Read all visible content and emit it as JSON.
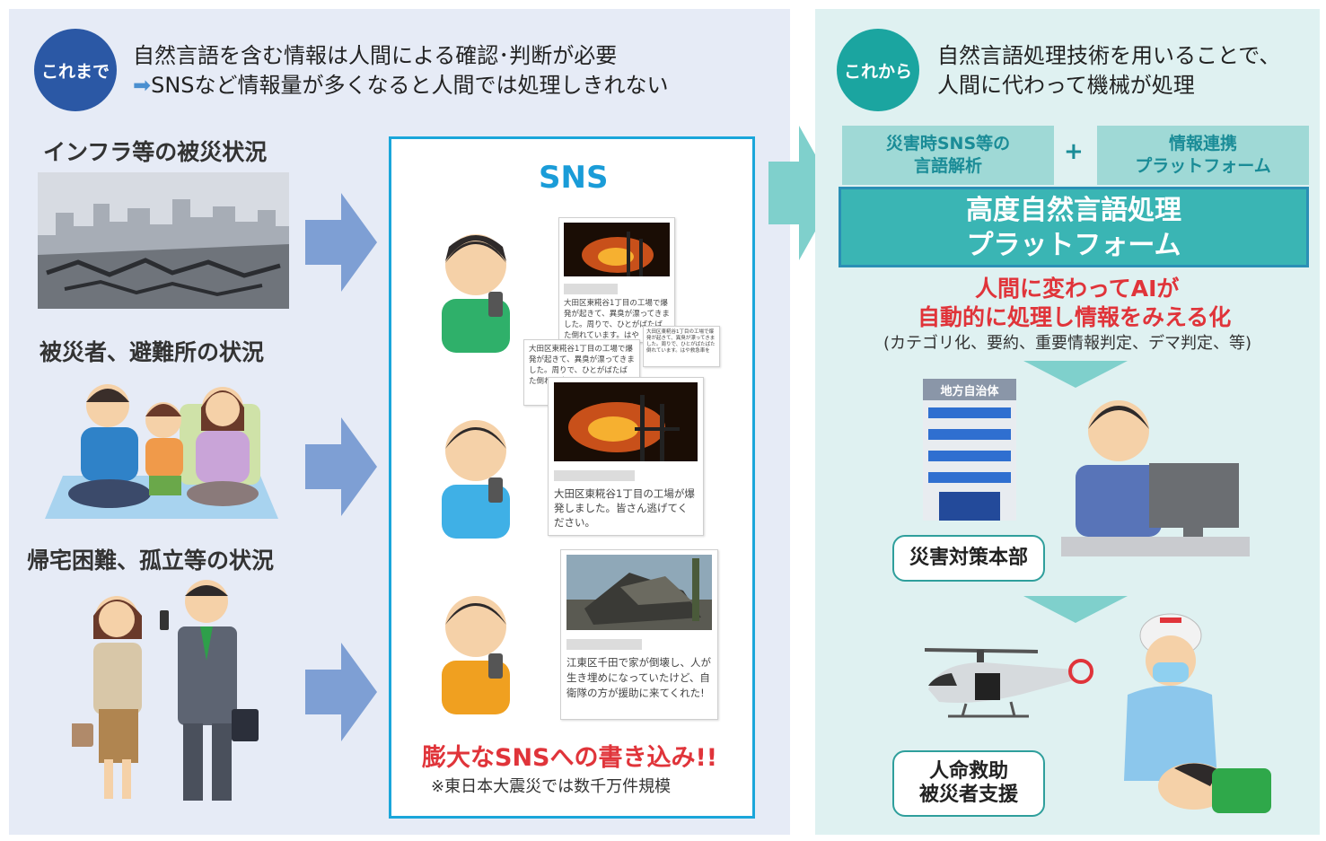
{
  "before": {
    "badge": "これまで",
    "headline_line1": "自然言語を含む情報は人間による確認･判断が必要",
    "headline_arrow": "➡",
    "headline_line2": "SNSなど情報量が多くなると人間では処理しきれない",
    "sections": [
      {
        "title": "インフラ等の被災状況"
      },
      {
        "title": "被災者、避難所の状況"
      },
      {
        "title": "帰宅困難、孤立等の状況"
      }
    ]
  },
  "sns": {
    "title": "SNS",
    "posts": [
      {
        "text": "大田区東糀谷1丁目の工場で爆発が起きて、異臭が漂ってきました。周りで、ひとがばたばた倒れています。はや"
      },
      {
        "text": "大田区東糀谷1丁目の工場で爆発が起きて、異臭が漂ってきました。周りで、ひとがばたばた倒れ、車を"
      },
      {
        "text": "大田区東糀谷1丁目の工場が爆発しました。皆さん逃げてください。"
      },
      {
        "text": "江東区千田で家が倒壊し、人が生き埋めになっていたけど、自衛隊の方が援助に来てくれた!"
      }
    ],
    "small_post_text": "大田区東糀谷1丁目の工場で爆発が起きて、異臭が漂ってきました。周りで、ひとがばたばた倒れています。はや救急車を",
    "headline": "膨大なSNSへの書き込み!!",
    "note": "※東日本大震災では数千万件規模"
  },
  "after": {
    "badge": "これから",
    "headline_line1": "自然言語処理技術を用いることで、",
    "headline_line2": "人間に代わって機械が処理",
    "box_left_line1": "災害時SNS等の",
    "box_left_line2": "言語解析",
    "plus": "+",
    "box_right_line1": "情報連携",
    "box_right_line2": "プラットフォーム",
    "platform_line1": "高度自然言語処理",
    "platform_line2": "プラットフォーム",
    "ai_line1": "人間に変わってAIが",
    "ai_line2": "自動的に処理し情報をみえる化",
    "ai_note": "(カテゴリ化、要約、重要情報判定、デマ判定、等)",
    "building_sign": "地方自治体",
    "hq_label": "災害対策本部",
    "rescue_line1": "人命救助",
    "rescue_line2": "被災者支援"
  },
  "colors": {
    "navy_badge": "#2b58a5",
    "teal_badge": "#1ba5a0",
    "sns_blue": "#1a9cd8",
    "alert_red": "#e0343a",
    "arrow_blue": "#7e9fd4",
    "arrow_teal": "#7fd0cc"
  }
}
